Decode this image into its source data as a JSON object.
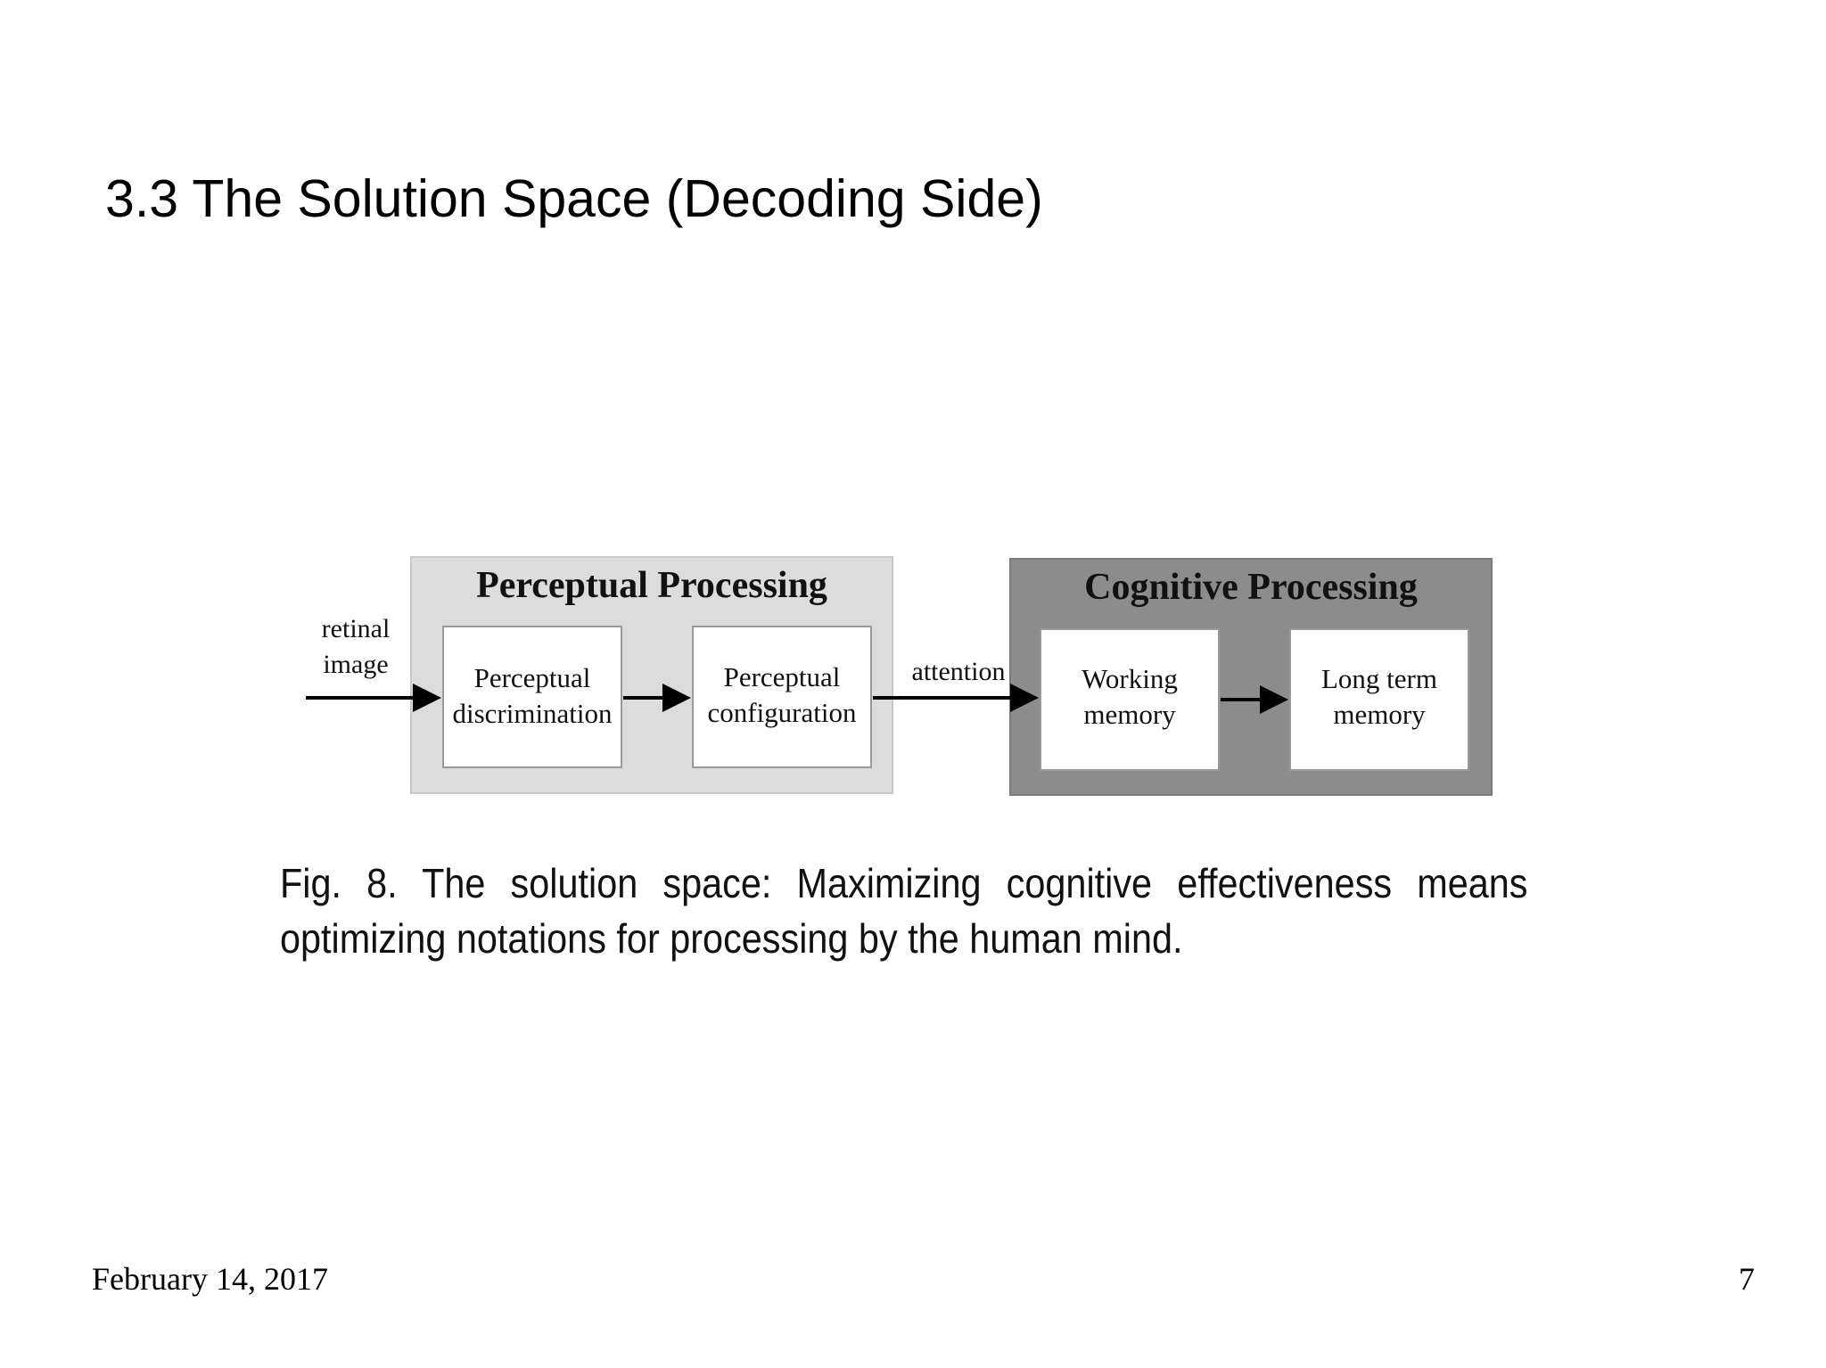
{
  "slide": {
    "title": "3.3 The Solution Space (Decoding Side)",
    "footer_date": "February 14, 2017",
    "page_number": "7"
  },
  "figure": {
    "input_label_line1": "retinal",
    "input_label_line2": "image",
    "perceptual_group": {
      "title": "Perceptual Processing",
      "fill": "#dcdcdc"
    },
    "cognitive_group": {
      "title": "Cognitive Processing",
      "fill": "#8c8c8c"
    },
    "boxes": {
      "discrimination": {
        "line1": "Perceptual",
        "line2": "discrimination"
      },
      "configuration": {
        "line1": "Perceptual",
        "line2": "configuration"
      },
      "working_memory": {
        "line1": "Working",
        "line2": "memory"
      },
      "long_term_memory": {
        "line1": "Long term",
        "line2": "memory"
      }
    },
    "connector_label": "attention",
    "caption": "Fig. 8. The solution space: Maximizing cognitive effectiveness means optimizing notations for processing by the human mind."
  }
}
